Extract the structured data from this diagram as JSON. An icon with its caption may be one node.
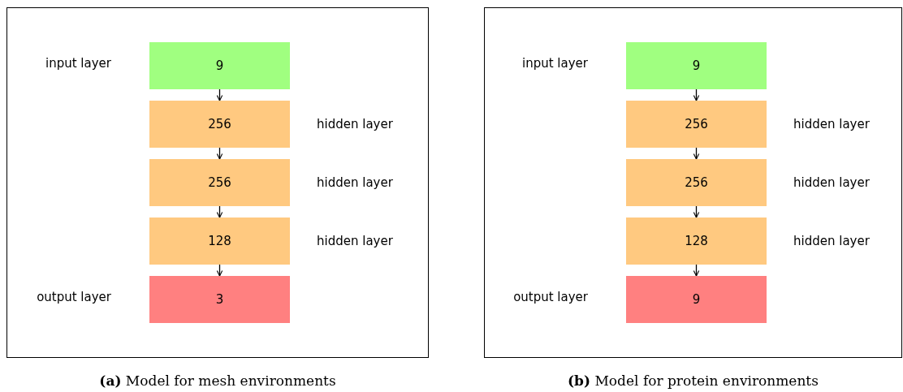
{
  "diagram": {
    "nodes": [
      {
        "text": [
          "**(a)** Model for mesh environments"
        ]
      },
      {
        "text": [
          "9"
        ],
        "in": 0,
        "beside": [
          "input layer"
        ]
      },
      {
        "text": [
          "256"
        ],
        "in": 0,
        "beside": [
          "hidden layer"
        ]
      },
      {
        "text": [
          "256"
        ],
        "in": 0,
        "beside": [
          "hidden layer"
        ]
      },
      {
        "text": [
          "128"
        ],
        "in": 0,
        "beside": [
          "hidden layer"
        ]
      },
      {
        "text": [
          "3"
        ],
        "in": 0,
        "beside": [
          "output layer"
        ]
      },
      {
        "text": [
          "**(b)** Model for protein environments"
        ]
      },
      {
        "text": [
          "9"
        ],
        "in": 6,
        "beside": [
          "input layer"
        ]
      },
      {
        "text": [
          "256"
        ],
        "in": 6,
        "beside": [
          "hidden layer"
        ]
      },
      {
        "text": [
          "256"
        ],
        "in": 6,
        "beside": [
          "hidden layer"
        ]
      },
      {
        "text": [
          "128"
        ],
        "in": 6,
        "beside": [
          "hidden layer"
        ]
      },
      {
        "text": [
          "9"
        ],
        "in": 6,
        "beside": [
          "output layer"
        ]
      }
    ],
    "edges": [
      {
        "from": 1,
        "to": 2,
        "arrow": "to"
      },
      {
        "from": 2,
        "to": 3,
        "arrow": "to"
      },
      {
        "from": 3,
        "to": 4,
        "arrow": "to"
      },
      {
        "from": 4,
        "to": 5,
        "arrow": "to"
      },
      {
        "from": 7,
        "to": 8,
        "arrow": "to"
      },
      {
        "from": 8,
        "to": 9,
        "arrow": "to"
      },
      {
        "from": 9,
        "to": 10,
        "arrow": "to"
      },
      {
        "from": 10,
        "to": 11,
        "arrow": "to"
      }
    ]
  }
}
